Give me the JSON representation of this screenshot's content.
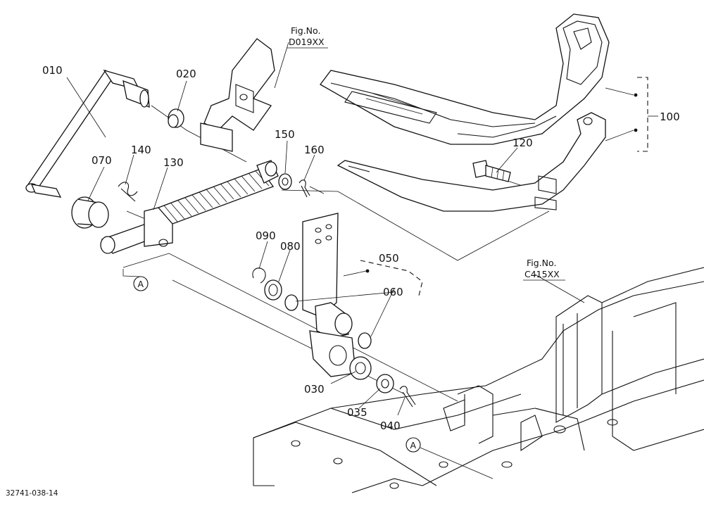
{
  "labels": {
    "p010": "010",
    "p020": "020",
    "p030": "030",
    "p035": "035",
    "p040": "040",
    "p050": "050",
    "p060": "060",
    "p070": "070",
    "p080": "080",
    "p090": "090",
    "p100": "100",
    "p120": "120",
    "p130": "130",
    "p140": "140",
    "p150": "150",
    "p160": "160"
  },
  "refs": {
    "fig_top_title": "Fig.No.",
    "fig_top_code": "D019XX",
    "fig_right_title": "Fig.No.",
    "fig_right_code": "C415XX",
    "marker_a1": "A",
    "marker_a2": "A"
  },
  "drawing_code": "32741-038-14"
}
